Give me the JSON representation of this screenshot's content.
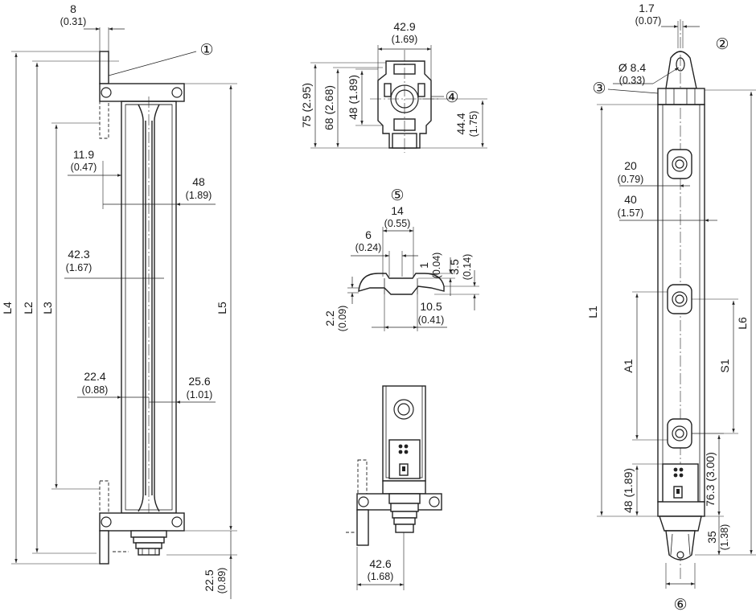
{
  "callouts": {
    "c1": "①",
    "c2": "②",
    "c3": "③",
    "c4": "④",
    "c5": "⑤",
    "c6": "⑥"
  },
  "front_view": {
    "top_width": "8",
    "top_width_in": "(0.31)",
    "d_11_9": "11.9",
    "d_11_9_in": "(0.47)",
    "d_48": "48",
    "d_48_in": "(1.89)",
    "d_42_3": "42.3",
    "d_42_3_in": "(1.67)",
    "d_22_4": "22.4",
    "d_22_4_in": "(0.88)",
    "d_25_6": "25.6",
    "d_25_6_in": "(1.01)",
    "d_22_5": "22.5",
    "d_22_5_in": "(0.89)",
    "L2": "L2",
    "L3": "L3",
    "L4": "L4",
    "L5": "L5"
  },
  "top_view": {
    "d_42_9": "42.9",
    "d_42_9_in": "(1.69)",
    "d_75": "75 (2.95)",
    "d_68": "68 (2.68)",
    "d_48": "48 (1.89)",
    "d_44_4": "44.4",
    "d_44_4_in": "(1.75)"
  },
  "profile_view": {
    "d_14": "14",
    "d_14_in": "(0.55)",
    "d_6": "6",
    "d_6_in": "(0.24)",
    "d_1": "1",
    "d_1_in": "(0.04)",
    "d_3_5": "3.5",
    "d_3_5_in": "(0.14)",
    "d_2_2": "2.2",
    "d_2_2_in": "(0.09)",
    "d_10_5": "10.5",
    "d_10_5_in": "(0.41)"
  },
  "bottom_view": {
    "d_42_6": "42.6",
    "d_42_6_in": "(1.68)"
  },
  "side_view": {
    "d_1_7": "1.7",
    "d_1_7_in": "(0.07)",
    "d_dia": "Ø 8.4",
    "d_dia_in": "(0.33)",
    "d_20": "20",
    "d_20_in": "(0.79)",
    "d_40": "40",
    "d_40_in": "(1.57)",
    "d_48": "48 (1.89)",
    "d_76_3": "76.3 (3.00)",
    "d_35": "35",
    "d_35_in": "(1.38)",
    "L1": "L1",
    "L6": "L6",
    "A1": "A1",
    "S1": "S1"
  }
}
